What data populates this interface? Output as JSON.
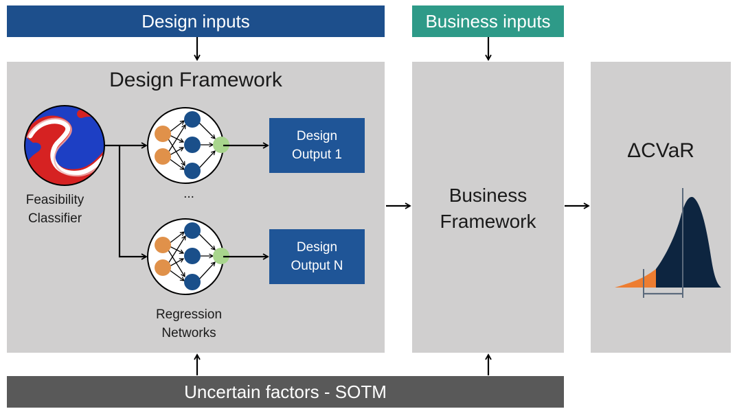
{
  "top": {
    "design_inputs": "Design inputs",
    "business_inputs": "Business inputs"
  },
  "bottom": {
    "uncertain_factors": "Uncertain factors - SOTM"
  },
  "design_framework": {
    "title": "Design Framework",
    "classifier_label_line1": "Feasibility",
    "classifier_label_line2": "Classifier",
    "ellipsis": "...",
    "regression_label_line1": "Regression",
    "regression_label_line2": "Networks",
    "outputs": [
      {
        "line1": "Design",
        "line2": "Output 1"
      },
      {
        "line1": "Design",
        "line2": "Output N"
      }
    ]
  },
  "business_framework": {
    "title_line1": "Business",
    "title_line2": "Framework"
  },
  "risk_panel": {
    "title": "ΔCVaR"
  },
  "colors": {
    "design_blue": "#1d4f8c",
    "business_teal": "#2e9a88",
    "uncertain_gray": "#595959",
    "panel_gray": "#d0cfcf",
    "output_box_blue": "#1f5597",
    "input_node_orange": "#e0914a",
    "hidden_node_navy": "#1a4f8a",
    "output_node_green": "#a8d58d",
    "distribution_navy": "#0d2540",
    "tail_orange": "#ed7d31"
  }
}
